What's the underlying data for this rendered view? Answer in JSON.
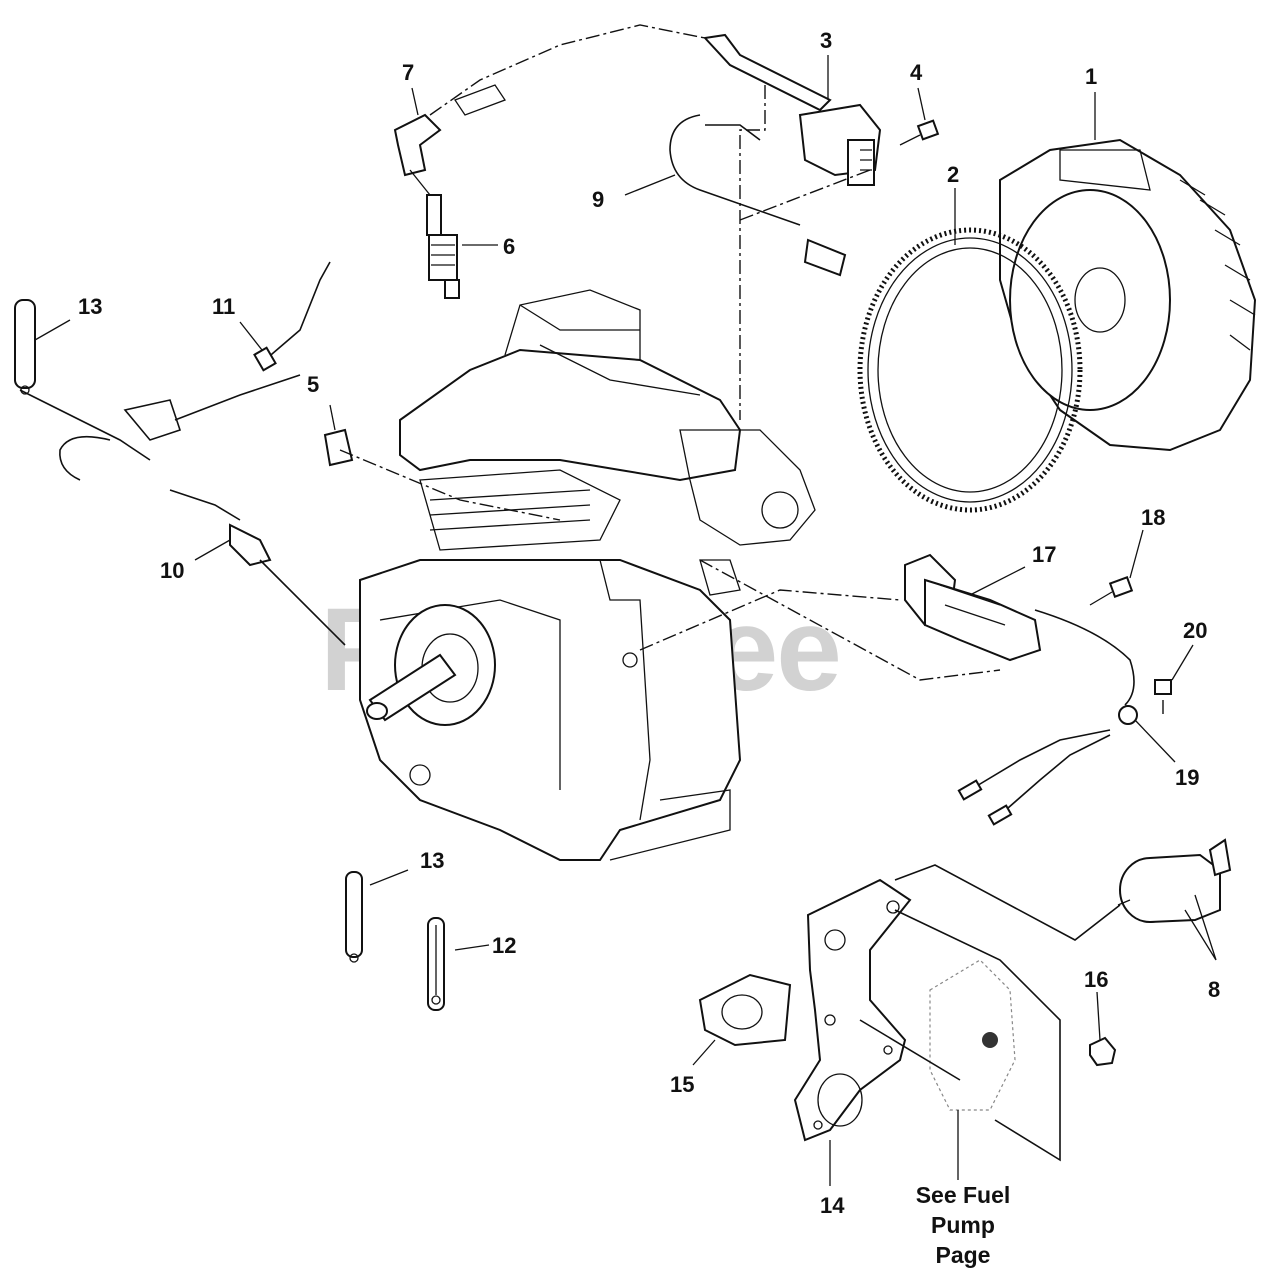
{
  "watermark": "PartsTree",
  "callouts": {
    "c1": "1",
    "c2": "2",
    "c3": "3",
    "c4": "4",
    "c5": "5",
    "c6": "6",
    "c7": "7",
    "c8": "8",
    "c9": "9",
    "c10": "10",
    "c11": "11",
    "c12": "12",
    "c13a": "13",
    "c13b": "13",
    "c14": "14",
    "c15": "15",
    "c16": "16",
    "c17": "17",
    "c18": "18",
    "c19": "19",
    "c20": "20"
  },
  "note": {
    "line1": "See Fuel",
    "line2": "Pump",
    "line3": "Page"
  }
}
